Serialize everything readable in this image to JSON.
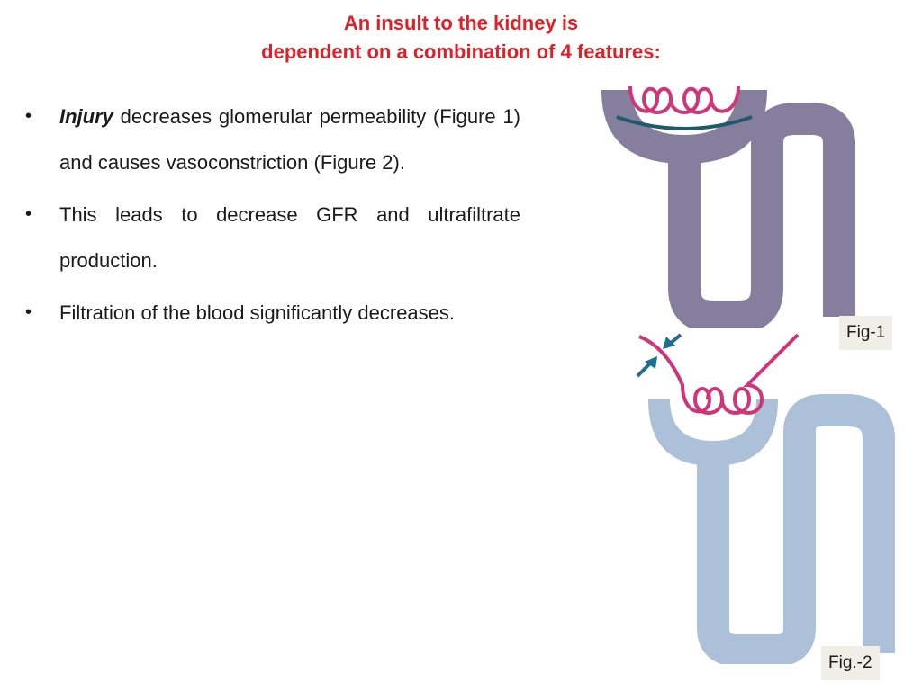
{
  "title": {
    "line1": "An insult to the kidney is",
    "line2": "dependent on a combination of 4 features:"
  },
  "bullets": [
    {
      "lead": "Injury",
      "text": " decreases glomerular permeability (Figure 1) and causes vasoconstriction (Figure 2)."
    },
    {
      "lead": "",
      "text": "This leads to decrease GFR and ultrafiltrate production."
    },
    {
      "lead": "",
      "text": "Filtration of the blood significantly decreases."
    }
  ],
  "bullet_symbol": "•",
  "figures": {
    "fig1_label": "Fig-1",
    "fig2_label": "Fig.-2"
  },
  "colors": {
    "title": "#e41e26",
    "fig1_tubule": "#857e9d",
    "fig2_tubule": "#adc0d9",
    "glomerulus": "#d0357a",
    "arrow": "#1d6f8c"
  }
}
